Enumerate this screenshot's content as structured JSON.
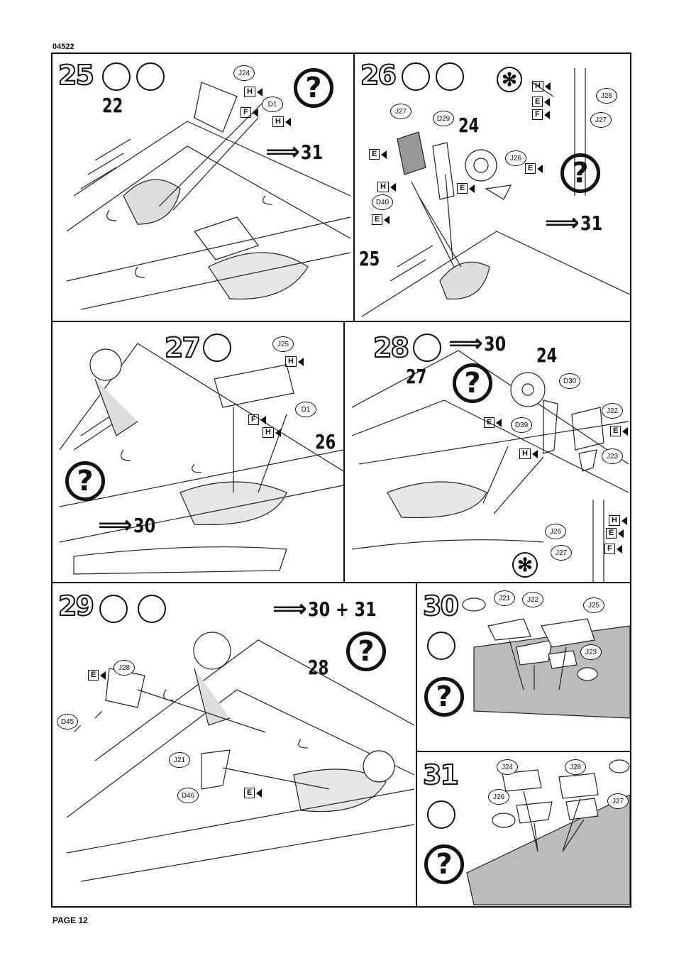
{
  "header": {
    "doc_code": "04522"
  },
  "footer": {
    "page_label": "PAGE 12"
  },
  "steps": [
    {
      "num": "25",
      "parts": [
        "22"
      ],
      "goto": "31",
      "callouts": [
        "J24",
        "D1"
      ],
      "flags": [
        "H",
        "F",
        "H"
      ]
    },
    {
      "num": "26",
      "parts": [
        "24",
        "25"
      ],
      "goto": "31",
      "callouts": [
        "J27",
        "D29",
        "J26",
        "D40",
        "J26",
        "J27"
      ],
      "flags": [
        "E",
        "H",
        "E",
        "E",
        "E",
        "H",
        "E",
        "F"
      ]
    },
    {
      "num": "27",
      "parts": [
        "26"
      ],
      "goto": "30",
      "callouts": [
        "J25",
        "D1"
      ],
      "flags": [
        "H",
        "F",
        "H"
      ]
    },
    {
      "num": "28",
      "parts": [
        "27",
        "24"
      ],
      "goto": "30",
      "callouts": [
        "D30",
        "J22",
        "D39",
        "J23",
        "J26",
        "J27"
      ],
      "flags": [
        "E",
        "E",
        "H",
        "H",
        "E",
        "F"
      ]
    },
    {
      "num": "29",
      "parts": [
        "28"
      ],
      "goto": "30 + 31",
      "callouts": [
        "J28",
        "D45",
        "J21",
        "D46"
      ],
      "flags": [
        "E",
        "E"
      ]
    },
    {
      "num": "30",
      "parts": [],
      "goto": "",
      "callouts": [
        "J21",
        "J22",
        "J25",
        "J23"
      ],
      "flags": []
    },
    {
      "num": "31",
      "parts": [],
      "goto": "",
      "callouts": [
        "J24",
        "J28",
        "J26",
        "J27"
      ],
      "flags": []
    }
  ],
  "symbols": {
    "question": "?",
    "asterisk": "✻",
    "arrow": "⟹"
  }
}
